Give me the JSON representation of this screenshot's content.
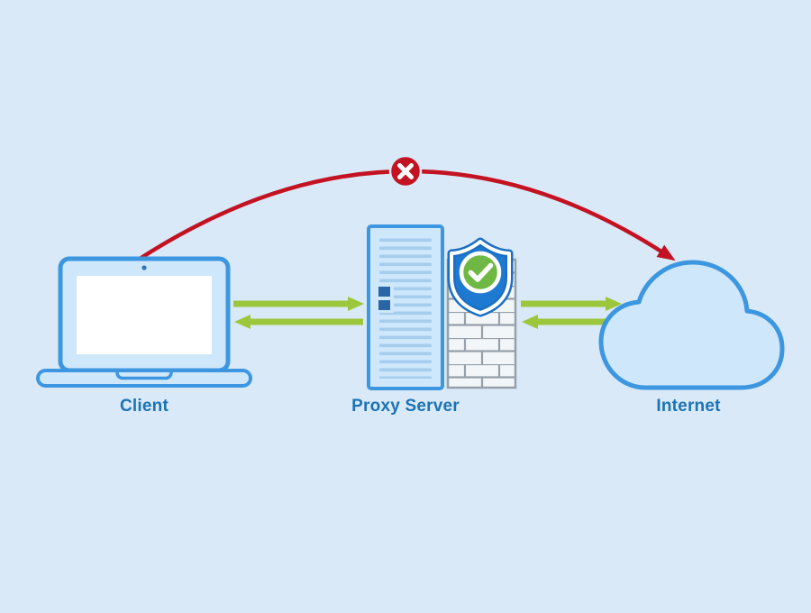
{
  "diagram": {
    "nodes": {
      "client": {
        "label": "Client",
        "icon": "laptop-icon"
      },
      "proxy": {
        "label": "Proxy Server",
        "icon": "server-icon"
      },
      "firewall": {
        "icon": "brick-wall-icon"
      },
      "security": {
        "icon": "shield-check-icon"
      },
      "internet": {
        "label": "Internet",
        "icon": "cloud-icon"
      }
    },
    "connections": {
      "client_to_proxy": "bidirectional-allowed",
      "proxy_to_internet": "bidirectional-allowed",
      "client_to_internet_direct": "blocked",
      "blocked_badge": "x-circle-icon"
    },
    "colors": {
      "background": "#dae9f7",
      "outline_blue": "#3d97e0",
      "fill_light_blue": "#cfe7fa",
      "stripe_blue": "#a4cdee",
      "dark_square_blue": "#2a66a5",
      "arrow_green": "#9cc63c",
      "blocked_red": "#c31322",
      "shield_blue": "#1e7ad0",
      "shield_rim_blue": "#1a6fc4",
      "check_green": "#70b844",
      "brick_line_gray": "#95a0aa",
      "brick_fill": "#f3f6f8",
      "label_blue": "#1b73b6",
      "screen_white": "#ffffff"
    }
  }
}
